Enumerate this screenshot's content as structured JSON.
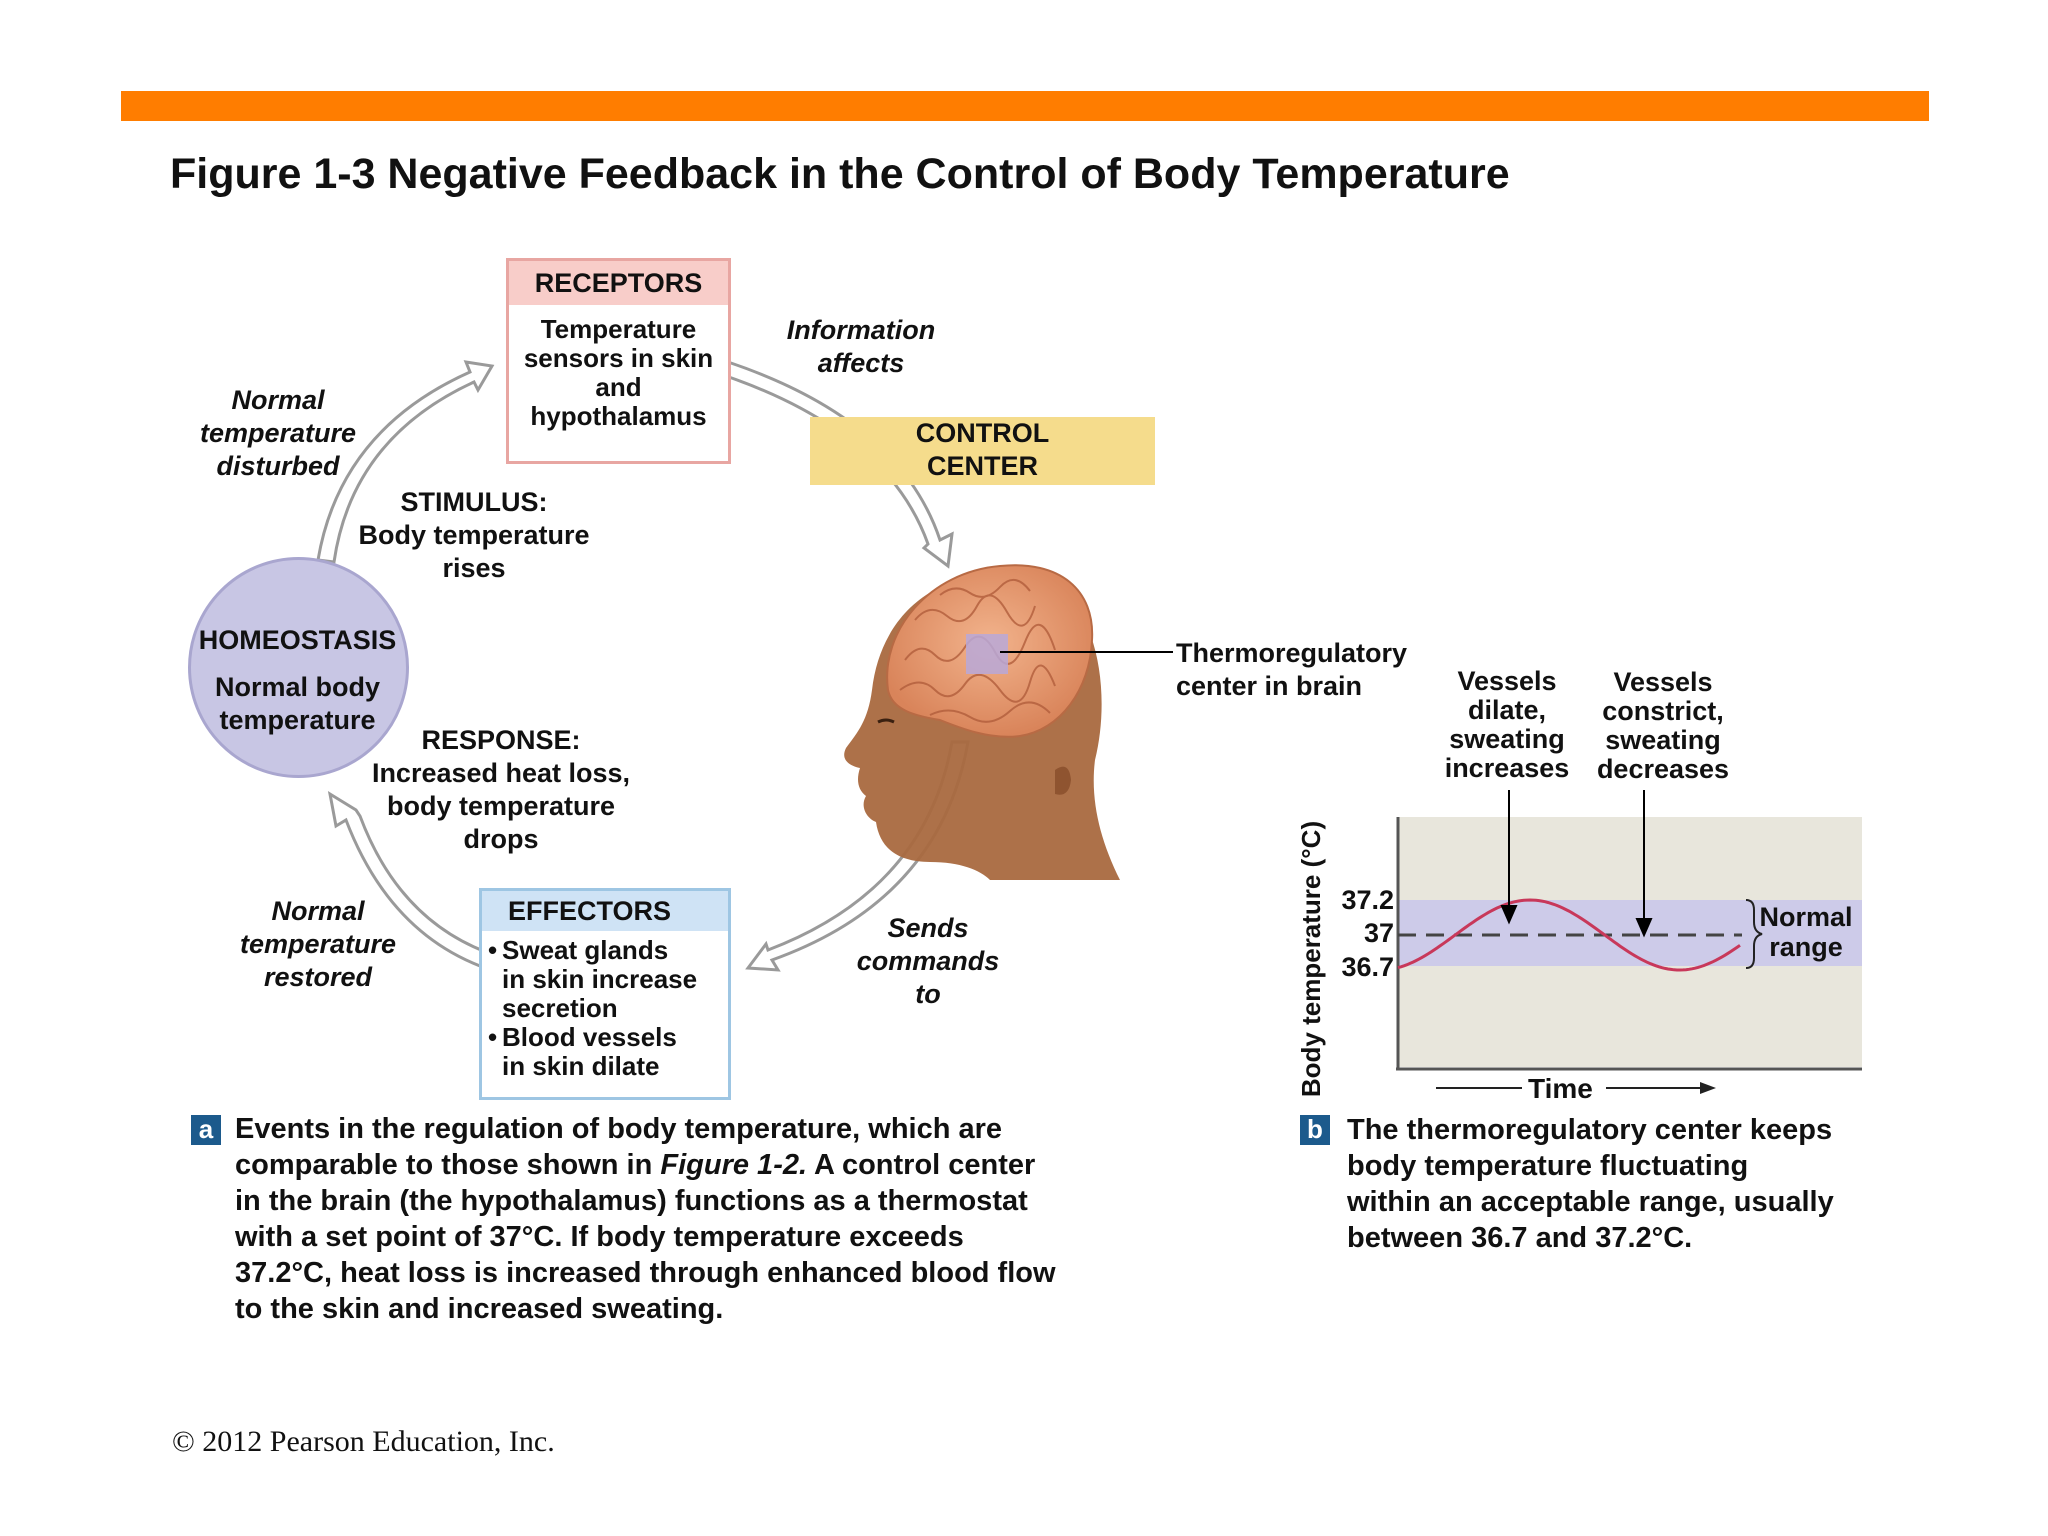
{
  "title": "Figure 1-3  Negative Feedback in the Control of Body Temperature",
  "colors": {
    "top_bar": "#ff7d00",
    "receptors": "#f8cdc9",
    "control": "#f5dc8c",
    "effectors": "#cfe3f5",
    "homeostasis": "#c8c6e4",
    "normal_band": "#cdcbe9",
    "curve": "#c8385a"
  },
  "panel_a": {
    "receptors": {
      "head": "RECEPTORS",
      "line1": "Temperature",
      "line2": "sensors in skin",
      "line3": "and",
      "line4": "hypothalamus"
    },
    "information": {
      "line1": "Information",
      "line2": "affects"
    },
    "control_center": {
      "line1": "CONTROL",
      "line2": "CENTER"
    },
    "normal_disturbed": {
      "line1": "Normal",
      "line2": "temperature",
      "line3": "disturbed"
    },
    "stimulus": {
      "line1": "STIMULUS:",
      "line2": "Body temperature",
      "line3": "rises"
    },
    "homeostasis": {
      "head": "HOMEOSTASIS",
      "line1": "Normal body",
      "line2": "temperature"
    },
    "response": {
      "line1": "RESPONSE:",
      "line2": "Increased heat loss,",
      "line3": "body temperature",
      "line4": "drops"
    },
    "normal_restored": {
      "line1": "Normal",
      "line2": "temperature",
      "line3": "restored"
    },
    "effectors": {
      "head": "EFFECTORS",
      "b1l1": "Sweat glands",
      "b1l2": "in skin increase",
      "b1l3": "secretion",
      "b2l1": "Blood vessels",
      "b2l2": "in skin dilate"
    },
    "sends": {
      "line1": "Sends",
      "line2": "commands",
      "line3": "to"
    },
    "thermo": {
      "line1": "Thermoregulatory",
      "line2": "center in brain"
    },
    "badge": "a",
    "caption": {
      "l1": "Events in the regulation of body temperature, which are",
      "l2a": "comparable to those shown in ",
      "l2b": "Figure 1-2.",
      "l2c": " A control center",
      "l3": "in the brain (the hypothalamus) functions as a thermostat",
      "l4": "with a set point of 37°C. If body temperature exceeds",
      "l5": "37.2°C, heat loss is increased through enhanced blood flow",
      "l6": "to the skin and increased sweating."
    }
  },
  "panel_b": {
    "dilate": {
      "l1": "Vessels",
      "l2": "dilate,",
      "l3": "sweating",
      "l4": "increases"
    },
    "constrict": {
      "l1": "Vessels",
      "l2": "constrict,",
      "l3": "sweating",
      "l4": "decreases"
    },
    "y_label": "Body temperature (°C)",
    "ticks": [
      "37.2",
      "37",
      "36.7"
    ],
    "normal_range": {
      "l1": "Normal",
      "l2": "range"
    },
    "x_label": "Time",
    "badge": "b",
    "caption": {
      "l1": "The thermoregulatory center keeps",
      "l2": "body temperature fluctuating",
      "l3": "within an acceptable range, usually",
      "l4": "between 36.7 and 37.2°C."
    }
  },
  "copyright": "© 2012 Pearson Education, Inc."
}
